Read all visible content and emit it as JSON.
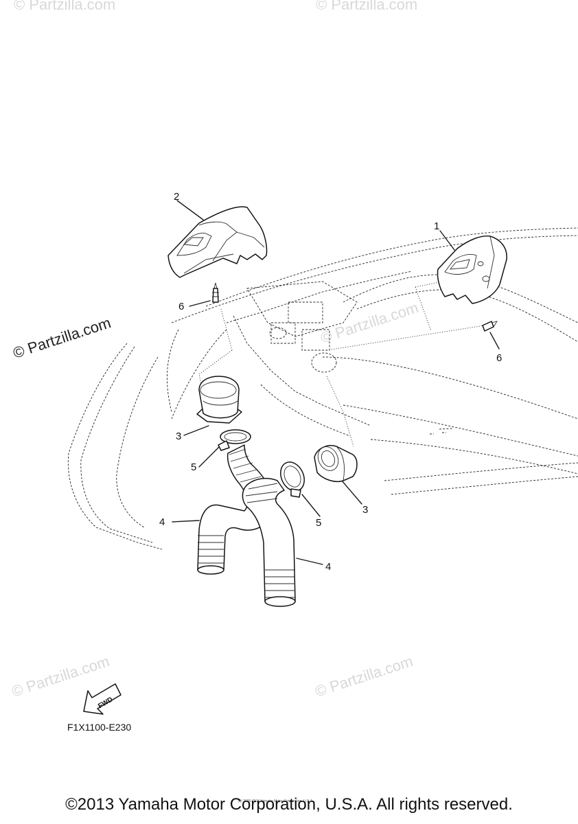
{
  "watermark": {
    "text": "© Partzilla.com"
  },
  "callouts": {
    "cover_right": "1",
    "cover_left": "2",
    "duct_joint_upper": "3",
    "duct_joint_lower": "3",
    "hose_left": "4",
    "hose_right": "4",
    "clamp_left": "5",
    "clamp_right": "5",
    "screw_left": "6",
    "screw_right": "6"
  },
  "fwd_label": "FWD",
  "diagram_code": "F1X1100-E230",
  "small_print": "(c) 2005-2016 Yamaha Motor Corporation, U.S.A.",
  "copyright": "©2013 Yamaha Motor Corporation, U.S.A. All rights reserved."
}
